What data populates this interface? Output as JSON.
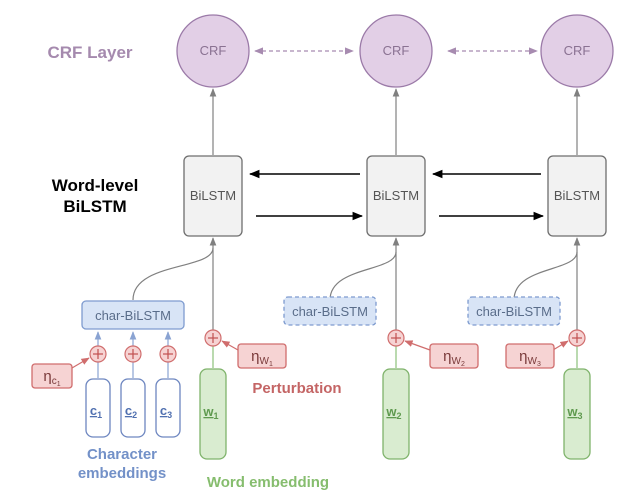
{
  "labels": {
    "crf_layer": "CRF Layer",
    "word_level_line1": "Word-level",
    "word_level_line2": "BiLSTM",
    "character_line1": "Character",
    "character_line2": "embeddings",
    "word_embedding": "Word embedding",
    "perturbation": "Perturbation"
  },
  "crf_nodes": [
    "CRF",
    "CRF",
    "CRF"
  ],
  "bilstm_nodes": [
    "BiLSTM",
    "BiLSTM",
    "BiLSTM"
  ],
  "char_bilstm_nodes": [
    "char-BiLSTM",
    "char-BiLSTM",
    "char-BiLSTM"
  ],
  "char_embeddings": [
    {
      "base": "c",
      "sub": "1"
    },
    {
      "base": "c",
      "sub": "2"
    },
    {
      "base": "c",
      "sub": "3"
    }
  ],
  "word_embeddings": [
    {
      "base": "w",
      "sub": "1"
    },
    {
      "base": "w",
      "sub": "2"
    },
    {
      "base": "w",
      "sub": "3"
    }
  ],
  "perturbations": [
    {
      "base": "η",
      "sub": "c",
      "subsub": "1"
    },
    {
      "base": "η",
      "sub": "W",
      "subsub": "1"
    },
    {
      "base": "η",
      "sub": "W",
      "subsub": "2"
    },
    {
      "base": "η",
      "sub": "W",
      "subsub": "3"
    }
  ],
  "colors": {
    "crf": "#e2cfe6",
    "bilstm": "#f2f2f2",
    "char_bilstm": "#d8e4f6",
    "word_embedding": "#d9ecd0",
    "perturbation": "#f6d3d3"
  }
}
